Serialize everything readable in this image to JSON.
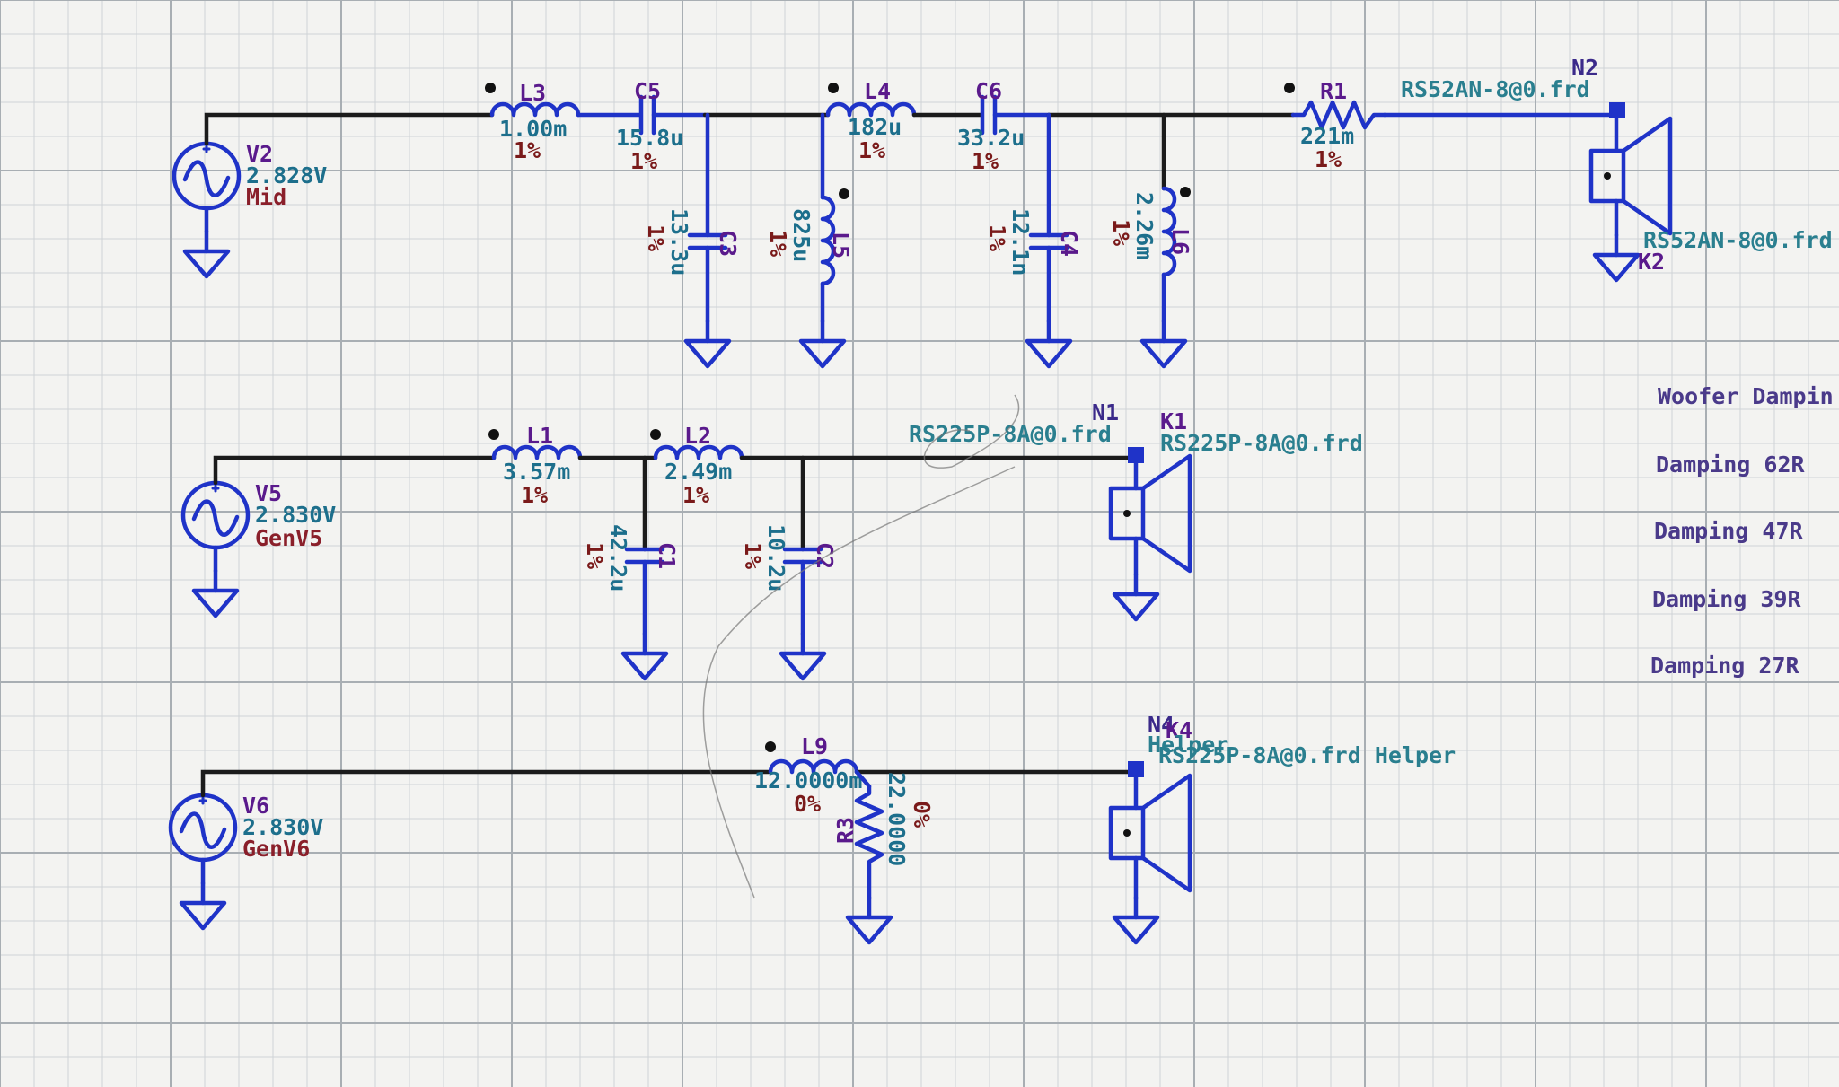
{
  "sources": [
    {
      "ref": "V2",
      "voltage": "2.828V",
      "name": "Mid"
    },
    {
      "ref": "V5",
      "voltage": "2.830V",
      "name": "GenV5"
    },
    {
      "ref": "V6",
      "voltage": "2.830V",
      "name": "GenV6"
    }
  ],
  "mid": {
    "L3": {
      "ref": "L3",
      "value": "1.00m",
      "tol": "1%"
    },
    "C5": {
      "ref": "C5",
      "value": "15.8u",
      "tol": "1%"
    },
    "C3": {
      "ref": "C3",
      "value": "13.3u",
      "tol": "1%"
    },
    "L5": {
      "ref": "L5",
      "value": "825u",
      "tol": "1%"
    },
    "L4": {
      "ref": "L4",
      "value": "182u",
      "tol": "1%"
    },
    "C6": {
      "ref": "C6",
      "value": "33.2u",
      "tol": "1%"
    },
    "C4": {
      "ref": "C4",
      "value": "12.1n",
      "tol": "1%"
    },
    "L6": {
      "ref": "L6",
      "value": "2.26m",
      "tol": "1%"
    },
    "R1": {
      "ref": "R1",
      "value": "221m",
      "tol": "1%"
    },
    "net": "N2",
    "wire_label": "RS52AN-8@0.frd",
    "speaker_label": "RS52AN-8@0.frd",
    "speaker_ref": "K2"
  },
  "woofer": {
    "L1": {
      "ref": "L1",
      "value": "3.57m",
      "tol": "1%"
    },
    "L2": {
      "ref": "L2",
      "value": "2.49m",
      "tol": "1%"
    },
    "C1": {
      "ref": "C1",
      "value": "42.2u",
      "tol": "1%"
    },
    "C2": {
      "ref": "C2",
      "value": "10.2u",
      "tol": "1%"
    },
    "net": "N1",
    "wire_label": "RS225P-8A@0.frd",
    "speaker_ref": "K1",
    "speaker_label": "RS225P-8A@0.frd"
  },
  "helper": {
    "L9": {
      "ref": "L9",
      "value": "12.0000m",
      "tol": "0%"
    },
    "R3": {
      "ref": "R3",
      "value": "22.0000",
      "tol": "0%"
    },
    "net": "N4",
    "speaker_ref": "K4",
    "name": "Helper",
    "speaker_label": "RS225P-8A@0.frd Helper"
  },
  "side_notes": [
    "Woofer Dampin",
    "Damping 62R",
    "Damping 47R",
    "Damping 39R",
    "Damping 27R"
  ],
  "colors": {
    "wire": "#1b1b1b",
    "symbol": "#1f33c8",
    "ref": "#5a1a8c",
    "value": "#1d6f8c",
    "tolerance": "#7a1a1a",
    "grid": "#a8aeb3"
  }
}
